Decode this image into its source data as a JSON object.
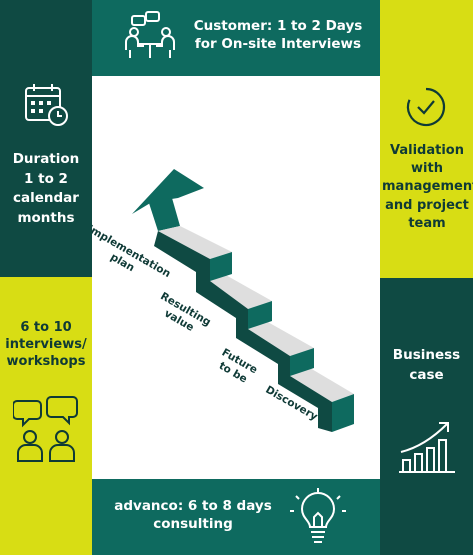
{
  "colors": {
    "dark_green": "#0f4a43",
    "teal": "#0e6a5f",
    "lime": "#d8dd14",
    "step_light": "#dedede",
    "text_dark": "#0f3a36"
  },
  "top_panel": {
    "text": "Customer: 1 to 2 Days for On-site Interviews",
    "icon": "meeting-icon"
  },
  "left_top": {
    "text": "Duration 1 to 2 calendar months",
    "icon": "calendar-clock-icon"
  },
  "left_bottom": {
    "text": "6 to 10 interviews/ workshops",
    "icon": "people-discussion-icon"
  },
  "right_top": {
    "text": "Validation with management and project team",
    "icon": "check-circle-icon"
  },
  "right_bottom": {
    "text": "Business case",
    "icon": "growth-chart-icon"
  },
  "bottom_panel": {
    "text": "advanco: 6 to 8 days consulting",
    "icon": "lightbulb-icon"
  },
  "steps": [
    {
      "label": "Discovery"
    },
    {
      "label": "Future to be"
    },
    {
      "label": "Resulting value"
    },
    {
      "label": "Implementation plan"
    }
  ]
}
